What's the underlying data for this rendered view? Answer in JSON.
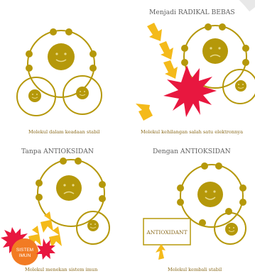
{
  "panels": [
    {
      "title": "",
      "caption": "Molekul dalam keadaan stabil"
    },
    {
      "title": "Menjadi RADIKAL BEBAS",
      "caption": "Molekul kehilangan salah satu elektronnya"
    },
    {
      "title": "Tanpa ANTIOKSIDAN",
      "caption": "Molekul menekan sistem imun"
    },
    {
      "title": "Dengan ANTIOKSIDAN",
      "caption": "Molekul kembali stabil"
    }
  ],
  "labels": {
    "antioxidant": "ANTIOXIDANT",
    "immune_line1": "SISTEM",
    "immune_line2": "IMUN"
  },
  "colors": {
    "molecule": "#b5980a",
    "arrow": "#f4ba1a",
    "radical": "#e8173f",
    "immune": "#f27b23",
    "caption": "#8a6a1c",
    "title": "#5f5f5f"
  }
}
